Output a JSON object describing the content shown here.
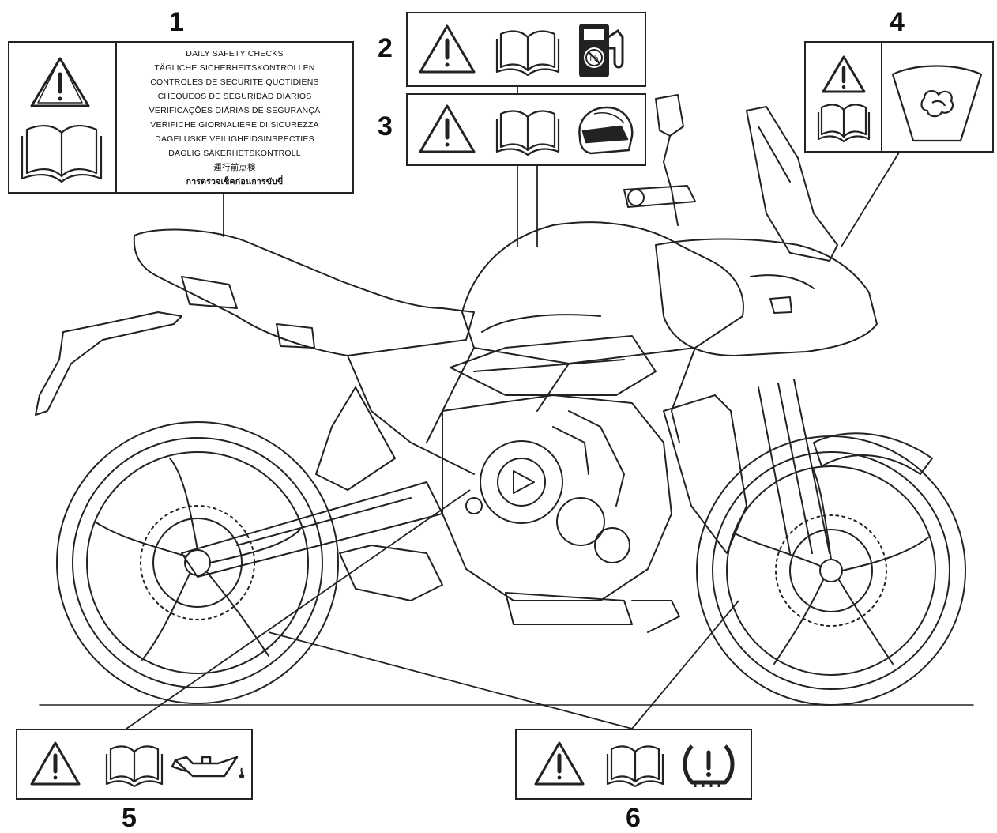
{
  "callouts": [
    "1",
    "2",
    "3",
    "4",
    "5",
    "6"
  ],
  "label1": {
    "lines": [
      "DAILY SAFETY CHECKS",
      "TÄGLICHE SICHERHEITSKONTROLLEN",
      "CONTROLES DE SECURITE QUOTIDIENS",
      "CHEQUEOS DE SEGURIDAD DIARIOS",
      "VERIFICAÇÕES DIÁRIAS DE SEGURANÇA",
      "VERIFICHE GIORNALIERE DI SICUREZZA",
      "DAGELUSKE VEILIGHEIDSINSPECTIES",
      "DAGLIG SÄKERHETSKONTROLL",
      "運行前点検",
      "การตรวจเช็คก่อนการขับขี่"
    ]
  },
  "icons": {
    "warning": "warning-triangle-icon",
    "manual": "open-book-icon",
    "fuel": "fuel-pump-no-lead-icon",
    "helmet": "helmet-icon",
    "windscreen": "windscreen-cleaning-icon",
    "oil": "oil-can-icon",
    "tyre": "tyre-pressure-icon"
  },
  "colors": {
    "line": "#222222",
    "background": "#ffffff"
  }
}
